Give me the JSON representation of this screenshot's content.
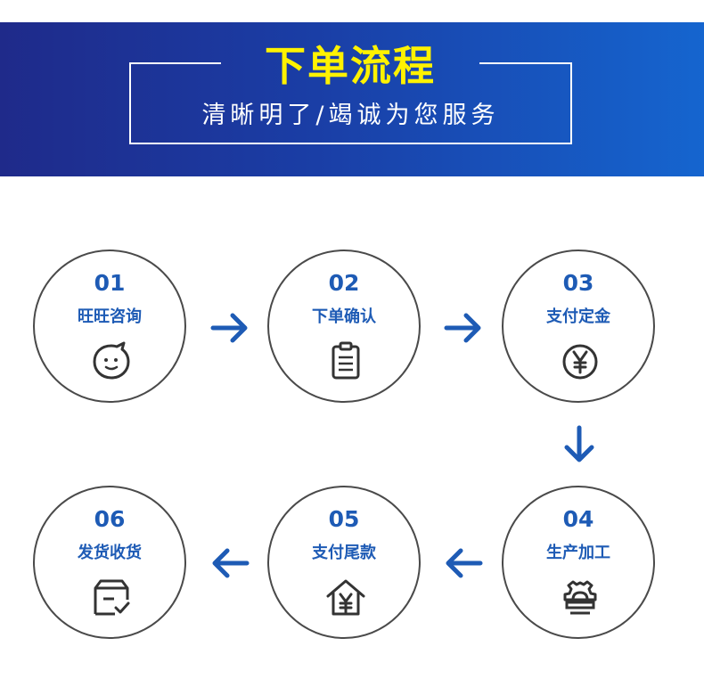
{
  "header": {
    "title": "下单流程",
    "subtitle": "清晰明了/竭诚为您服务"
  },
  "colors": {
    "banner_start": "#1f2a8a",
    "banner_end": "#1565cf",
    "title": "#fff200",
    "accent": "#1e5bb5"
  },
  "steps": [
    {
      "num": "01",
      "label": "旺旺咨询",
      "icon": "chat-bubble-icon"
    },
    {
      "num": "02",
      "label": "下单确认",
      "icon": "clipboard-icon"
    },
    {
      "num": "03",
      "label": "支付定金",
      "icon": "yen-coin-icon"
    },
    {
      "num": "04",
      "label": "生产加工",
      "icon": "gear-machine-icon"
    },
    {
      "num": "05",
      "label": "支付尾款",
      "icon": "house-yen-icon"
    },
    {
      "num": "06",
      "label": "发货收货",
      "icon": "package-check-icon"
    }
  ]
}
